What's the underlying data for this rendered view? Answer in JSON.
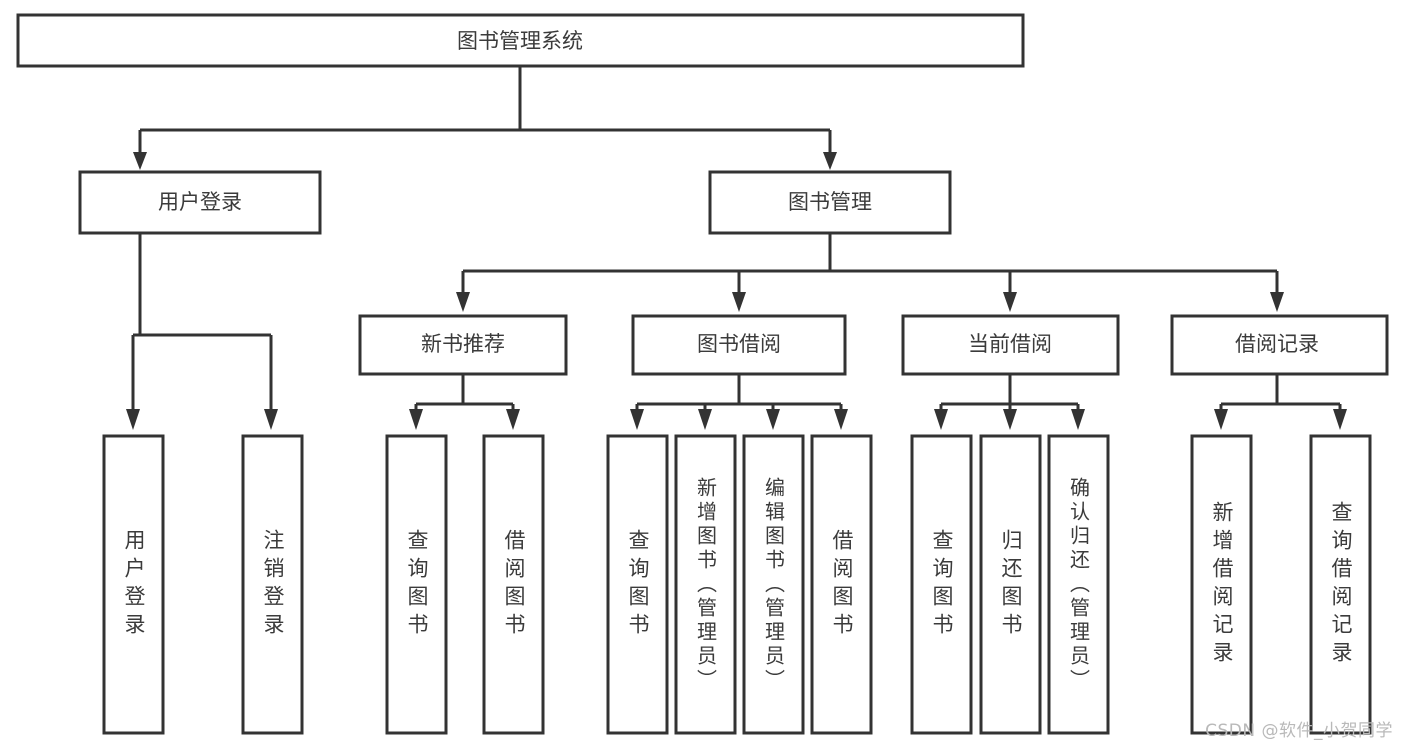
{
  "diagram": {
    "title": "图书管理系统",
    "type": "tree-hierarchy-chart",
    "root": {
      "label": "图书管理系统"
    },
    "level2": [
      {
        "label": "用户登录"
      },
      {
        "label": "图书管理"
      }
    ],
    "level3": [
      {
        "label": "新书推荐"
      },
      {
        "label": "图书借阅"
      },
      {
        "label": "当前借阅"
      },
      {
        "label": "借阅记录"
      }
    ],
    "leaves": {
      "user_login": [
        {
          "label": "用户登录"
        },
        {
          "label": "注销登录"
        }
      ],
      "new_book_recommend": [
        {
          "label": "查询图书"
        },
        {
          "label": "借阅图书"
        }
      ],
      "book_borrow": [
        {
          "label": "查询图书"
        },
        {
          "label": "新增图书（管理员）"
        },
        {
          "label": "编辑图书（管理员）"
        },
        {
          "label": "借阅图书"
        }
      ],
      "current_borrow": [
        {
          "label": "查询图书"
        },
        {
          "label": "归还图书"
        },
        {
          "label": "确认归还（管理员）"
        }
      ],
      "borrow_record": [
        {
          "label": "新增借阅记录"
        },
        {
          "label": "查询借阅记录"
        }
      ]
    }
  },
  "watermark": {
    "text": "CSDN @软件_小贺同学"
  },
  "colors": {
    "box_stroke": "#333333",
    "box_fill": "#ffffff",
    "text": "#3b3b3b",
    "background": "#ffffff",
    "watermark": "#b9b9b9"
  }
}
